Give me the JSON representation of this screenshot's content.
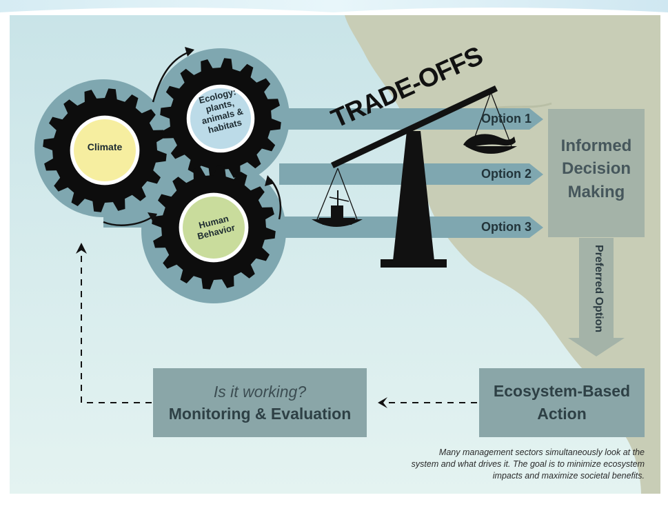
{
  "gears": {
    "climate": "Climate",
    "ecology": "Ecology: plants, animals & habitats",
    "human": "Human Behavior"
  },
  "tradeoffs": "TRADE-OFFS",
  "options": [
    "Option 1",
    "Option 2",
    "Option 3"
  ],
  "decision": {
    "line1": "Informed",
    "line2": "Decision",
    "line3": "Making"
  },
  "preferred": "Preferred Option",
  "action": {
    "line1": "Ecosystem-Based",
    "line2": "Action"
  },
  "monitor": {
    "question": "Is it working?",
    "title": "Monitoring & Evaluation"
  },
  "caption": {
    "line1": "Many management sectors simultaneously look at the",
    "line2": "system and what drives it. The goal is to minimize ecosystem",
    "line3": "impacts and maximize societal benefits."
  },
  "colors": {
    "background": "#dcefee",
    "land": "#c8cdb6",
    "panel": "#7fa7b0",
    "gear": "#0d0d0d",
    "climate": "#f6eea0",
    "ecology": "#bcdbe8",
    "human": "#c9dc9c"
  }
}
